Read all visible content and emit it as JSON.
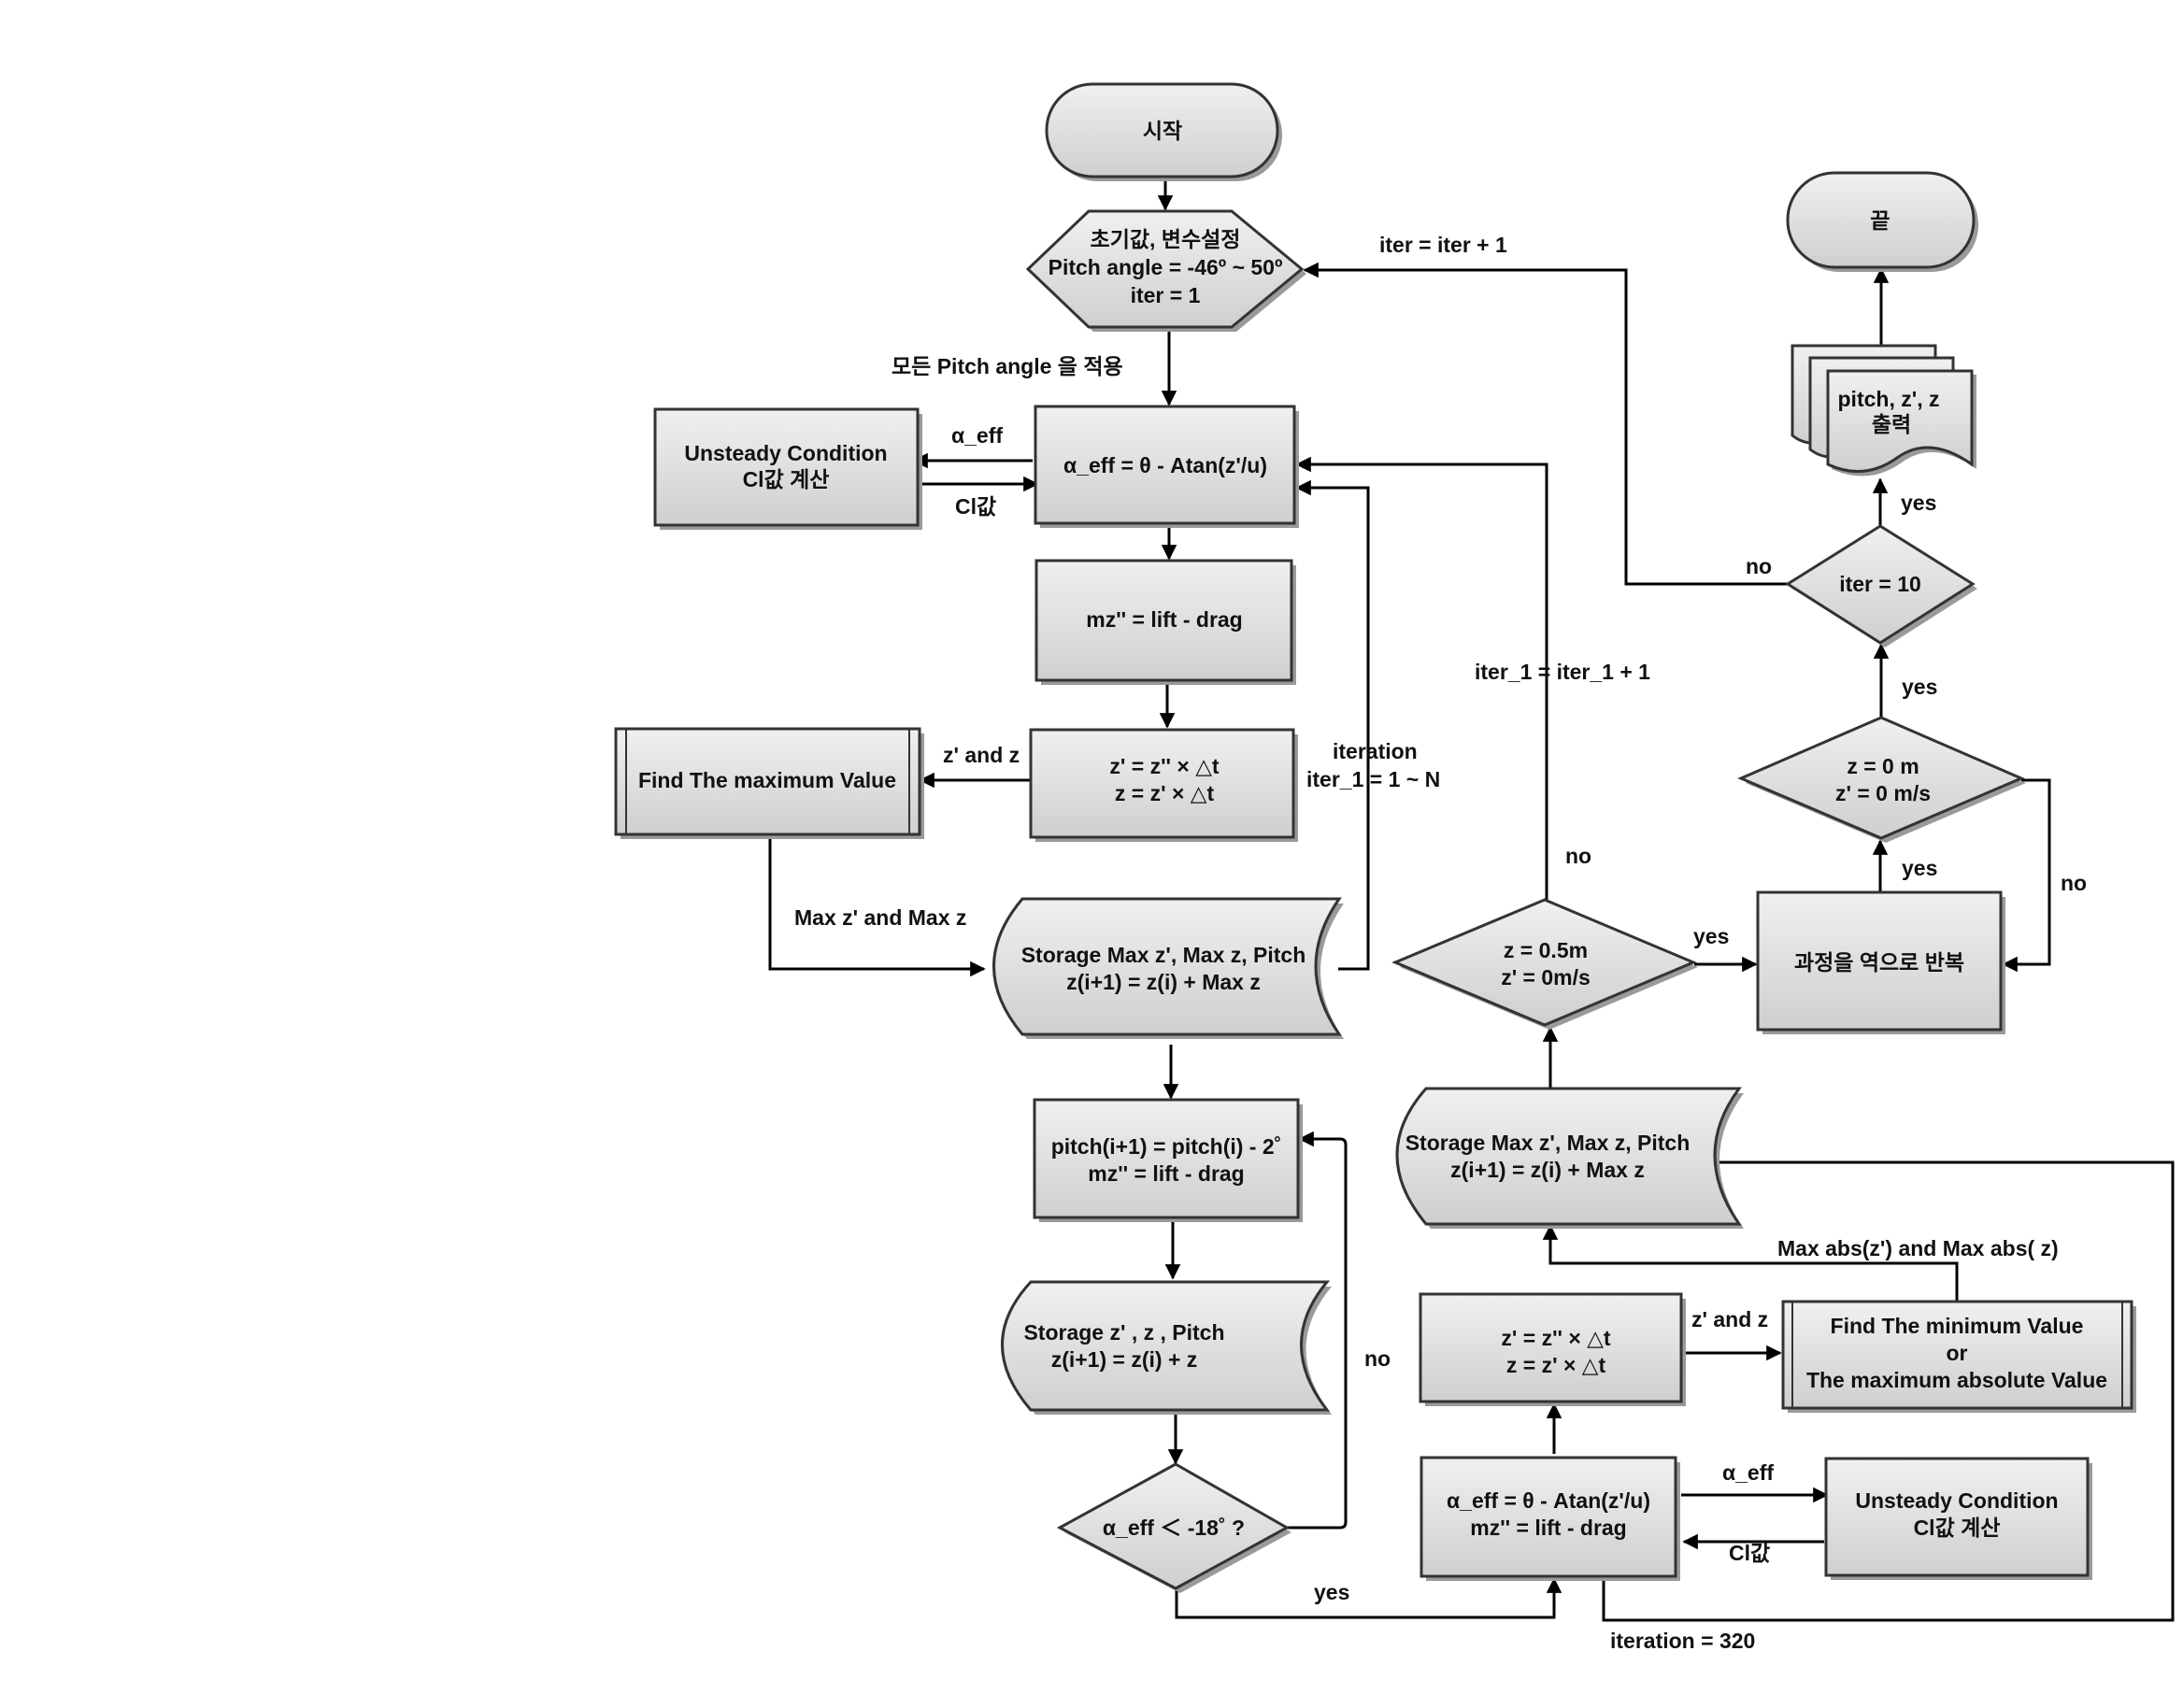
{
  "diagram": {
    "nodes": {
      "start": {
        "shape": "terminator",
        "lines": [
          "시작"
        ]
      },
      "init": {
        "shape": "preparation",
        "lines": [
          "초기값, 변수설정",
          "Pitch angle = -46º ~ 50º",
          "iter = 1"
        ]
      },
      "alpha_eff": {
        "shape": "process",
        "lines": [
          "α_eff = θ - Atan(z'/u)"
        ]
      },
      "unsteady_left": {
        "shape": "process",
        "lines": [
          "Unsteady Condition",
          "Cl값 계산"
        ]
      },
      "mz_lift_drag": {
        "shape": "process",
        "lines": [
          "mz'' = lift - drag"
        ]
      },
      "integrate_left": {
        "shape": "process",
        "lines": [
          "z' = z'' × △t",
          "z  = z'  × △t"
        ]
      },
      "find_max": {
        "shape": "predefined-process",
        "lines": [
          "Find The maximum Value"
        ]
      },
      "storage_max_left": {
        "shape": "stored-data",
        "lines": [
          "Storage Max z', Max z, Pitch",
          "z(i+1) =  z(i) + Max z"
        ]
      },
      "pitch_update": {
        "shape": "process",
        "lines": [
          "pitch(i+1) = pitch(i) - 2˚",
          "mz'' = lift - drag"
        ]
      },
      "storage_z": {
        "shape": "stored-data",
        "lines": [
          "Storage z' ,  z ,  Pitch",
          "z(i+1) =  z(i) + z"
        ]
      },
      "alpha_check": {
        "shape": "decision",
        "lines": [
          "α_eff ＜ -18˚ ?"
        ]
      },
      "alpha_mz_right": {
        "shape": "process",
        "lines": [
          "α_eff = θ - Atan(z'/u)",
          "mz'' = lift - drag"
        ]
      },
      "unsteady_right": {
        "shape": "process",
        "lines": [
          "Unsteady Condition",
          "Cl값 계산"
        ]
      },
      "integrate_right": {
        "shape": "process",
        "lines": [
          "z' = z'' × △t",
          "z  = z'  × △t"
        ]
      },
      "find_min": {
        "shape": "predefined-process",
        "lines": [
          "Find The minimum Value",
          "or",
          "The maximum absolute Value"
        ]
      },
      "storage_max_right": {
        "shape": "stored-data",
        "lines": [
          "Storage Max z', Max z, Pitch",
          "z(i+1) =  z(i) + Max z"
        ]
      },
      "z_half_check": {
        "shape": "decision",
        "lines": [
          "z = 0.5m",
          "z' = 0m/s"
        ]
      },
      "reverse": {
        "shape": "process",
        "lines": [
          "과정을 역으로 반복"
        ]
      },
      "z_zero_check": {
        "shape": "decision",
        "lines": [
          "z = 0 m",
          "z' = 0 m/s"
        ]
      },
      "iter_check": {
        "shape": "decision",
        "lines": [
          "iter = 10"
        ]
      },
      "output": {
        "shape": "multi-document",
        "lines": [
          "pitch, z', z",
          "출력"
        ]
      },
      "end": {
        "shape": "terminator",
        "lines": [
          "끝"
        ]
      }
    },
    "edge_labels": {
      "apply_all_pitch": "모든 Pitch angle 을 적용",
      "alpha_eff_left": "α_eff",
      "cl_left": "Cl값",
      "z_and_z_left": "z' and z",
      "iteration_title": "iteration",
      "iteration_range": "iter_1 = 1 ~ N",
      "max_z_and_max_z": "Max z' and Max z",
      "no_alpha": "no",
      "yes_alpha": "yes",
      "alpha_eff_right": "α_eff",
      "cl_right": "Cl값",
      "iteration_320": "iteration = 320",
      "z_and_z_right": "z' and z",
      "max_abs": "Max abs(z') and Max abs( z)",
      "no_z_half": "no",
      "iter1_increment": "iter_1 = iter_1 + 1",
      "yes_z_half": "yes",
      "yes_reverse": "yes",
      "no_z_zero": "no",
      "yes_z_zero": "yes",
      "no_iter": "no",
      "iter_increment": "iter = iter + 1",
      "yes_iter": "yes"
    }
  }
}
